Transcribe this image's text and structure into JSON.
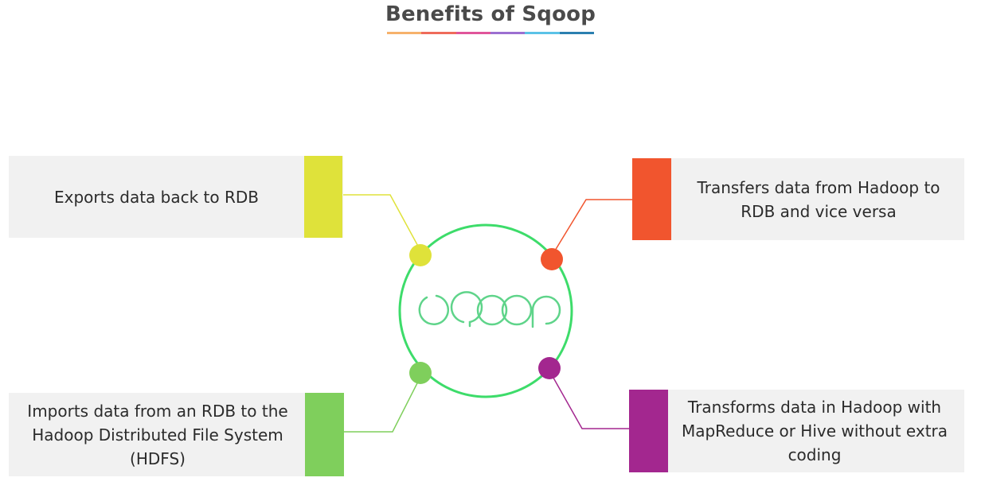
{
  "title": "Benefits of Sqoop",
  "title_underline_colors": [
    "#f6b26b",
    "#ef6b5b",
    "#e0559a",
    "#9b6fd1",
    "#5bc2e7",
    "#2b7fb0"
  ],
  "center": {
    "logo_text": "sqoop",
    "ring_color": "#3ddc6a",
    "logo_color": "#5fd48a"
  },
  "benefits": [
    {
      "key": "export",
      "text": "Exports data back to RDB",
      "color": "#dfe23a"
    },
    {
      "key": "transfer",
      "text": "Transfers data from Hadoop to RDB and vice versa",
      "color": "#f1552e"
    },
    {
      "key": "import",
      "text": "Imports data from an RDB to the Hadoop Distributed File System (HDFS)",
      "color": "#7fcf5c"
    },
    {
      "key": "transform",
      "text": "Transforms data in Hadoop with MapReduce or Hive without extra coding",
      "color": "#a3278f"
    }
  ]
}
